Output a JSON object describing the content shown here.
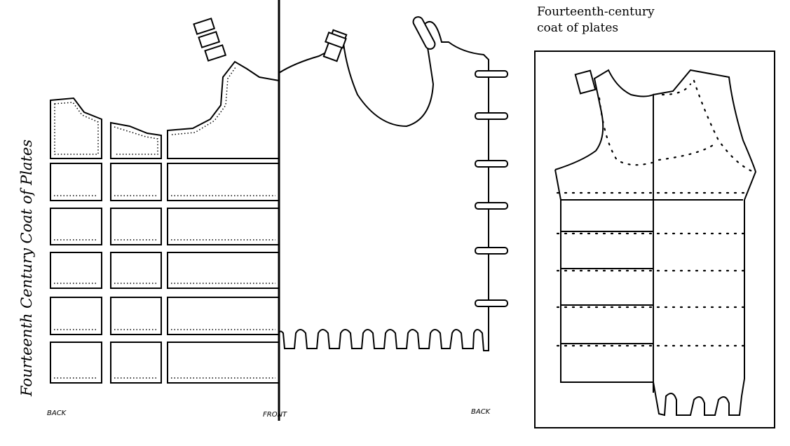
{
  "left_diagram": {
    "vertical_title": "Fourteenth Century Coat of Plates",
    "labels": {
      "back_left": "BACK",
      "front": "FRONT",
      "back_right": "BACK"
    }
  },
  "right_diagram": {
    "caption_line1": "Fourteenth-century",
    "caption_line2": "coat of plates"
  }
}
